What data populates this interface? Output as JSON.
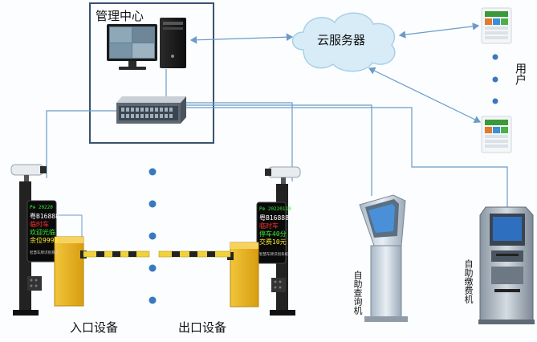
{
  "management_center": {
    "title": "管理中心"
  },
  "cloud": {
    "label": "云服务器"
  },
  "users": {
    "label": "用户"
  },
  "entrance": {
    "label": "入口设备"
  },
  "exit": {
    "label": "出口设备"
  },
  "query_kiosk": {
    "label": "自助查询机"
  },
  "payment_kiosk": {
    "label": "自助缴费机"
  },
  "entrance_sign": {
    "header": "P⊕ 20220",
    "lines": [
      "粤B16888",
      "临时车",
      "欢迎光临",
      "余位9999"
    ],
    "footer": "智慧车牌识别系统",
    "colors": [
      "#ffffff",
      "#ff3030",
      "#33ee33",
      "#ffee33"
    ]
  },
  "exit_sign": {
    "header": "P⊕ 20220119",
    "lines": [
      "粤B16888",
      "临时车",
      "停车40分",
      "交费10元"
    ],
    "footer": "智慧车牌识别系统",
    "colors": [
      "#ffffff",
      "#ff3030",
      "#33ee33",
      "#ffee33"
    ]
  },
  "colors": {
    "line": "#6b9bc8",
    "dot": "#3a78c0",
    "frame": "#3a5170",
    "cloud": "#d8ecf7",
    "barrier_yellow": "#e8b420"
  }
}
